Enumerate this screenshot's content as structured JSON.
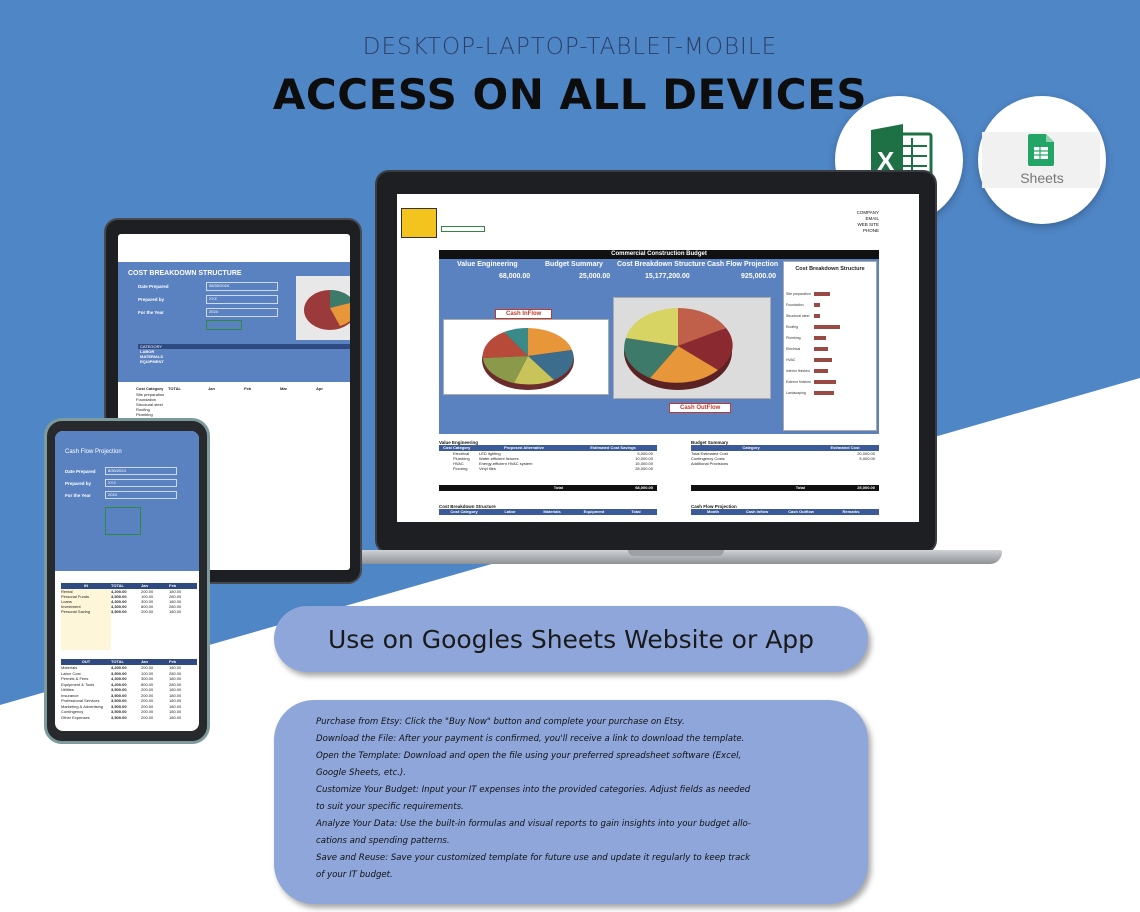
{
  "header": {
    "subtitle": "DESKTOP-LAPTOP-TABLET-MOBILE",
    "title": "ACCESS ON ALL DEVICES"
  },
  "badges": {
    "excel_letter": "X",
    "sheets_label": "Sheets"
  },
  "laptop": {
    "sheet_title": "Commercial Construction Budget",
    "company_lines": [
      "COMPANY",
      "EMAIL",
      "WEB SITE",
      "PHONE"
    ],
    "summary": [
      {
        "label": "Value Engineering",
        "value": "68,000.00"
      },
      {
        "label": "Budget Summary",
        "value": "25,000.00"
      },
      {
        "label": "Cost Breakdown Structure",
        "value": "15,177,200.00"
      },
      {
        "label": "Cash Flow Projection",
        "value": "925,000.00"
      }
    ],
    "chart_cash_in": "Cash InFlow",
    "chart_cash_out": "Cash OutFlow",
    "chart_cbs": "Cost Breakdown Structure",
    "bar_categories": [
      "Site preparation",
      "Foundation",
      "Structural steel",
      "Roofing",
      "Plumbing",
      "Electrical",
      "HVAC",
      "Interior finishes",
      "Exterior finishes",
      "Landscaping"
    ],
    "value_eng_title": "Value Engineering",
    "value_eng_headers": [
      "Cost Category",
      "Proposed Alternative",
      "Estimated Cost Savings"
    ],
    "value_eng_rows": [
      [
        "Electrical",
        "LED lighting",
        "5,000.00"
      ],
      [
        "Plumbing",
        "Water-efficient fixtures",
        "10,000.00"
      ],
      [
        "HVAC",
        "Energy-efficient HVAC system",
        "15,000.00"
      ],
      [
        "Flooring",
        "Vinyl tiles",
        "28,000.00"
      ]
    ],
    "value_eng_total": "68,000.00",
    "budget_title": "Budget Summary",
    "budget_headers": [
      "Category",
      "Estimated Cost"
    ],
    "budget_rows": [
      [
        "Total Estimated Cost",
        "20,000.00"
      ],
      [
        "Contingency Costs",
        "5,000.00"
      ],
      [
        "Additional Provisions",
        ""
      ]
    ],
    "budget_total": "25,000.00",
    "total_label": "Total",
    "cbs_title": "Cost Breakdown Structure",
    "cbs_headers": [
      "Cost Category",
      "Labor",
      "Materials",
      "Equipment",
      "Total"
    ],
    "cfp_title": "Cash Flow Projection",
    "cfp_headers": [
      "Month",
      "Cash Inflow",
      "Cash Outflow",
      "Remarks"
    ]
  },
  "tablet": {
    "title": "COST BREAKDOWN STRUCTURE",
    "fields": [
      {
        "label": "Date Prepared",
        "value": "08/30/2024"
      },
      {
        "label": "Prepared by",
        "value": "XYZ"
      },
      {
        "label": "For the Year",
        "value": "2024"
      }
    ],
    "categories": [
      "CATEGORY",
      "LABOR",
      "MATERIALS",
      "EQUIPMENT"
    ],
    "table_headers": [
      "Cost Category",
      "TOTAL",
      "Jan",
      "Feb",
      "Mar",
      "Apr"
    ],
    "rows": [
      "Site preparation",
      "Foundation",
      "Structural steel",
      "Roofing",
      "Plumbing"
    ]
  },
  "phone": {
    "title": "Cash Flow Projection",
    "fields": [
      {
        "label": "Date Prepared",
        "value": "8/30/2024"
      },
      {
        "label": "Prepared by",
        "value": "XYZ"
      },
      {
        "label": "For the Year",
        "value": "2024"
      }
    ],
    "in_header": [
      "IN",
      "TOTAL",
      "Jan",
      "Feb"
    ],
    "in_rows": [
      [
        "Rental",
        "4,200.00",
        "200.00",
        "180.00"
      ],
      [
        "Personal Funds",
        "3,500.00",
        "100.00",
        "280.00"
      ],
      [
        "Loans",
        "4,300.00",
        "300.00",
        "180.00"
      ],
      [
        "Investment",
        "4,300.00",
        "800.00",
        "280.00"
      ],
      [
        "Personal Saving",
        "3,500.00",
        "200.00",
        "180.00"
      ]
    ],
    "out_header": [
      "OUT",
      "TOTAL",
      "Jan",
      "Feb"
    ],
    "out_rows": [
      [
        "Materials",
        "4,200.00",
        "200.00",
        "180.00"
      ],
      [
        "Labor Cost",
        "3,500.00",
        "100.00",
        "280.00"
      ],
      [
        "Permits & Fees",
        "4,300.00",
        "300.00",
        "180.00"
      ],
      [
        "Equipment & Tools",
        "4,200.00",
        "800.00",
        "280.00"
      ],
      [
        "Utilities",
        "3,500.00",
        "200.00",
        "180.00"
      ],
      [
        "Insurance",
        "3,500.00",
        "200.00",
        "180.00"
      ],
      [
        "Professional Services",
        "3,500.00",
        "200.00",
        "180.00"
      ],
      [
        "Marketing & Advertising",
        "3,500.00",
        "200.00",
        "180.00"
      ],
      [
        "Contingency",
        "3,500.00",
        "200.00",
        "180.00"
      ],
      [
        "Other Expenses",
        "3,500.00",
        "200.00",
        "180.00"
      ]
    ]
  },
  "pill_text": "Use on Googles Sheets Website or App",
  "steps": [
    "Purchase from Etsy: Click the \"Buy Now\" button and complete your purchase on Etsy.",
    "Download the File: After your payment is confirmed, you'll receive a link to download the template.",
    "Open the Template: Download and open the file using your preferred spreadsheet software (Excel,",
    "Google Sheets, etc.).",
    "Customize Your Budget: Input your IT expenses into the provided categories. Adjust fields as needed",
    "to suit your specific requirements.",
    "Analyze Your Data: Use the built-in formulas and visual reports to gain insights into your budget allo-",
    "cations and spending patterns.",
    "Save and Reuse: Save your customized template for future use and update it regularly to keep track",
    "of your IT budget."
  ],
  "colors": {
    "background_blue": "#4f86c6",
    "pill_blue": "#8ea6da",
    "sheet_header": "#3b5a9a",
    "excel_green": "#1e7145",
    "sheets_green": "#23a566"
  }
}
